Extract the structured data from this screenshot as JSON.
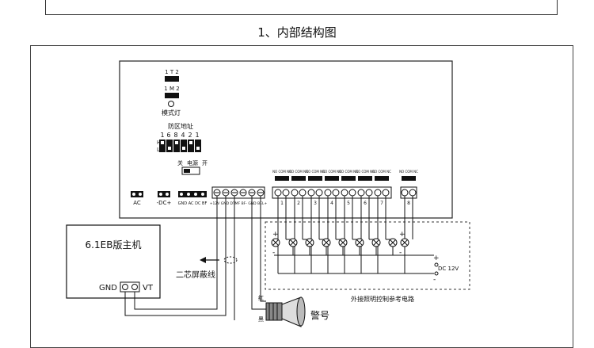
{
  "section_title": "1、内部结构图",
  "board": {
    "jumper_1t2": "1 T 2",
    "jumper_1m2": "1 M 2",
    "mode_light_label": "模式灯",
    "zone_address_label": "防区地址",
    "dip_numbers": [
      "1",
      "6",
      "8",
      "4",
      "2",
      "1"
    ],
    "dip_h": "H",
    "dip_l": "L",
    "power_switch_off": "关",
    "power_switch_name": "电源",
    "power_switch_on": "开",
    "terminal_ac": "AC",
    "terminal_dc": "-DC+",
    "terminal_gnd_ac_dc_bf": "GND AC DC BF",
    "main_terminals_label": "+12V GND DTMF BF- GND BEL+",
    "relay_header": "NO COM NC",
    "relay_numbers": [
      "1",
      "2",
      "3",
      "4",
      "5",
      "6",
      "7",
      "8"
    ]
  },
  "host": {
    "title": "6.1EB版主机",
    "gnd": "GND",
    "vt": "VT"
  },
  "cable_label": "二芯屏蔽线",
  "siren": {
    "red": "红",
    "black": "黑",
    "label": "警号"
  },
  "lighting": {
    "plus": "+",
    "minus": "-",
    "dc_label": "DC 12V",
    "caption": "外接照明控制参考电路"
  }
}
